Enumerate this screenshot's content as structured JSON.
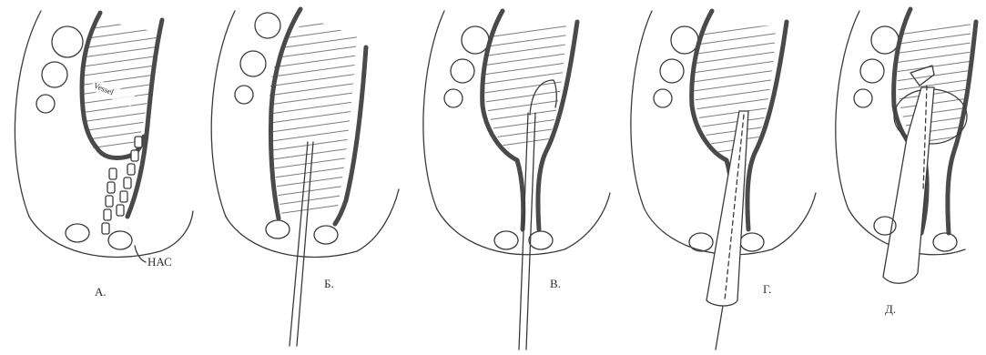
{
  "panels": [
    {
      "id": "a",
      "label": "А."
    },
    {
      "id": "b",
      "label": "Б."
    },
    {
      "id": "v",
      "label": "В."
    },
    {
      "id": "g",
      "label": "Г."
    },
    {
      "id": "d",
      "label": "Д."
    }
  ],
  "annotations": {
    "vessel_label": "Vessel",
    "nas_label": "НАС"
  },
  "colors": {
    "ink": "#3a3a3a",
    "background": "#ffffff"
  }
}
